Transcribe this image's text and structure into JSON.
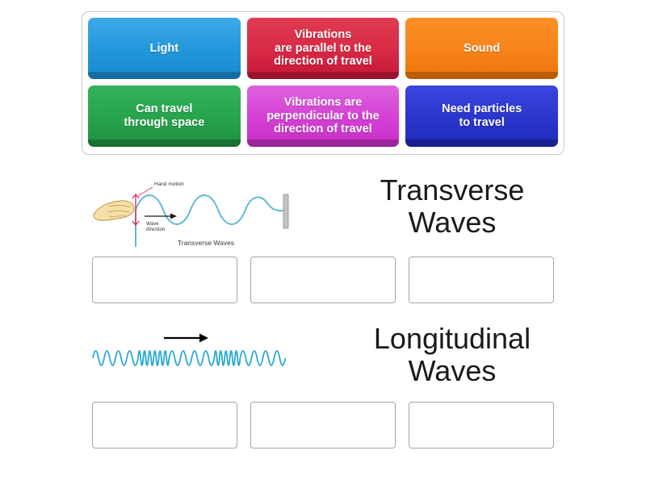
{
  "activity": {
    "type": "group-sort-drag-and-drop"
  },
  "tile_bank": {
    "name": "answer-tile-bank",
    "rows": [
      [
        {
          "label": "Light",
          "color": "#2196db",
          "icon": "draggable-tile"
        },
        {
          "label": "Vibrations\nare parallel to the\ndirection of travel",
          "color": "#d92b45",
          "icon": "draggable-tile"
        },
        {
          "label": "Sound",
          "color": "#f7821b",
          "icon": "draggable-tile"
        }
      ],
      [
        {
          "label": "Can travel\nthrough space",
          "color": "#27a34c",
          "icon": "draggable-tile"
        },
        {
          "label": "Vibrations are\nperpendicular to the\ndirection of travel",
          "color": "#d43fd4",
          "icon": "draggable-tile"
        },
        {
          "label": "Need particles\nto travel",
          "color": "#2a35cc",
          "icon": "draggable-tile"
        }
      ]
    ]
  },
  "categories": [
    {
      "title": "Transverse\nWaves",
      "figure": {
        "name": "transverse-wave-diagram",
        "caption": "Transverse Waves",
        "label_hand_motion": "Hand motion",
        "label_wave_direction": "Wave\ndirection",
        "wave_color": "#5bb8d4",
        "hand_color": "#f5dfa8",
        "arrow_color": "#e0306a",
        "wall_color": "#9a9a9a"
      },
      "dropzones": [
        {
          "label": "",
          "placeholder": ""
        },
        {
          "label": "",
          "placeholder": ""
        },
        {
          "label": "",
          "placeholder": ""
        }
      ]
    },
    {
      "title": "Longitudinal\nWaves",
      "figure": {
        "name": "longitudinal-wave-diagram",
        "caption": "",
        "wave_color": "#2aa8d8",
        "arrow_color": "#000000"
      },
      "dropzones": [
        {
          "label": "",
          "placeholder": ""
        },
        {
          "label": "",
          "placeholder": ""
        },
        {
          "label": "",
          "placeholder": ""
        }
      ]
    }
  ]
}
